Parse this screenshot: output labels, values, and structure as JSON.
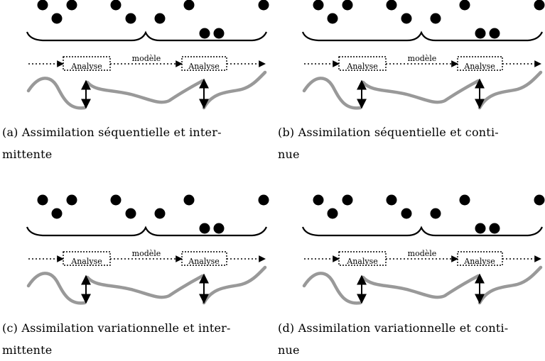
{
  "panels": [
    {
      "id": "a",
      "analysis_label_1": "Analyse",
      "analysis_label_2": "Analyse",
      "model_label": "modèle",
      "caption_line_1": "(a)  Assimilation  séquentielle  et  inter-",
      "caption_line_2": "mittente"
    },
    {
      "id": "b",
      "analysis_label_1": "Analyse",
      "analysis_label_2": "Analyse",
      "model_label": "modèle",
      "caption_line_1": "(b)  Assimilation  séquentielle  et  conti-",
      "caption_line_2": "nue"
    },
    {
      "id": "c",
      "analysis_label_1": "Analyse",
      "analysis_label_2": "Analyse",
      "model_label": "modèle",
      "caption_line_1": "(c)  Assimilation variationnelle et inter-",
      "caption_line_2": "mittente"
    },
    {
      "id": "d",
      "analysis_label_1": "Analyse",
      "analysis_label_2": "Analyse",
      "model_label": "modèle",
      "caption_line_1": "(d) Assimilation variationnelle et conti-",
      "caption_line_2": "nue"
    }
  ],
  "colors": {
    "trajectory": "#999999",
    "ink": "#000000"
  }
}
